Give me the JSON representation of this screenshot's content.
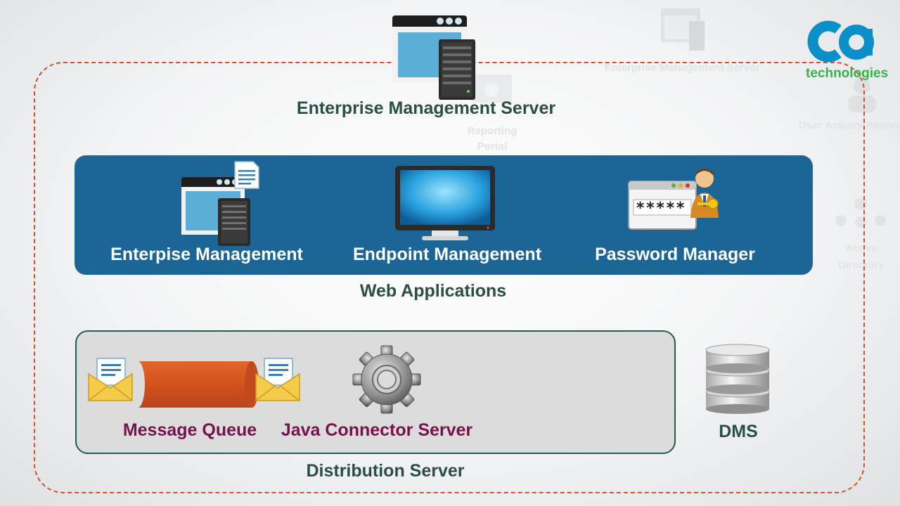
{
  "title": "Enterprise Management Server",
  "logo": {
    "text": "technologies",
    "mark": "ca",
    "color": "#37b34a",
    "mark_color": "#0a8fc8"
  },
  "background_ghost": {
    "enterprise_management_server": "Enterprise Management Server",
    "reporting_portal": "Reporting\nPortal",
    "user_activity_report": "User Activity Report",
    "active_directory": "Active\nDirectory"
  },
  "web_applications": {
    "caption": "Web Applications",
    "items": [
      {
        "label": "Enterpise Management",
        "icon": "server-window-document-icon"
      },
      {
        "label": "Endpoint Management",
        "icon": "monitor-icon"
      },
      {
        "label": "Password Manager",
        "icon": "password-user-key-icon"
      }
    ],
    "password_mask": "*****",
    "panel_color": "#1c6597"
  },
  "distribution_server": {
    "caption": "Distribution Server",
    "message_queue": "Message Queue",
    "java_connector_server": "Java Connector Server"
  },
  "dms": {
    "label": "DMS",
    "icon": "database-icon"
  },
  "colors": {
    "dashed_border": "#d0542a",
    "label_green": "#2a4f45",
    "label_purple": "#78114d",
    "queue_orange": "#d4531f"
  }
}
